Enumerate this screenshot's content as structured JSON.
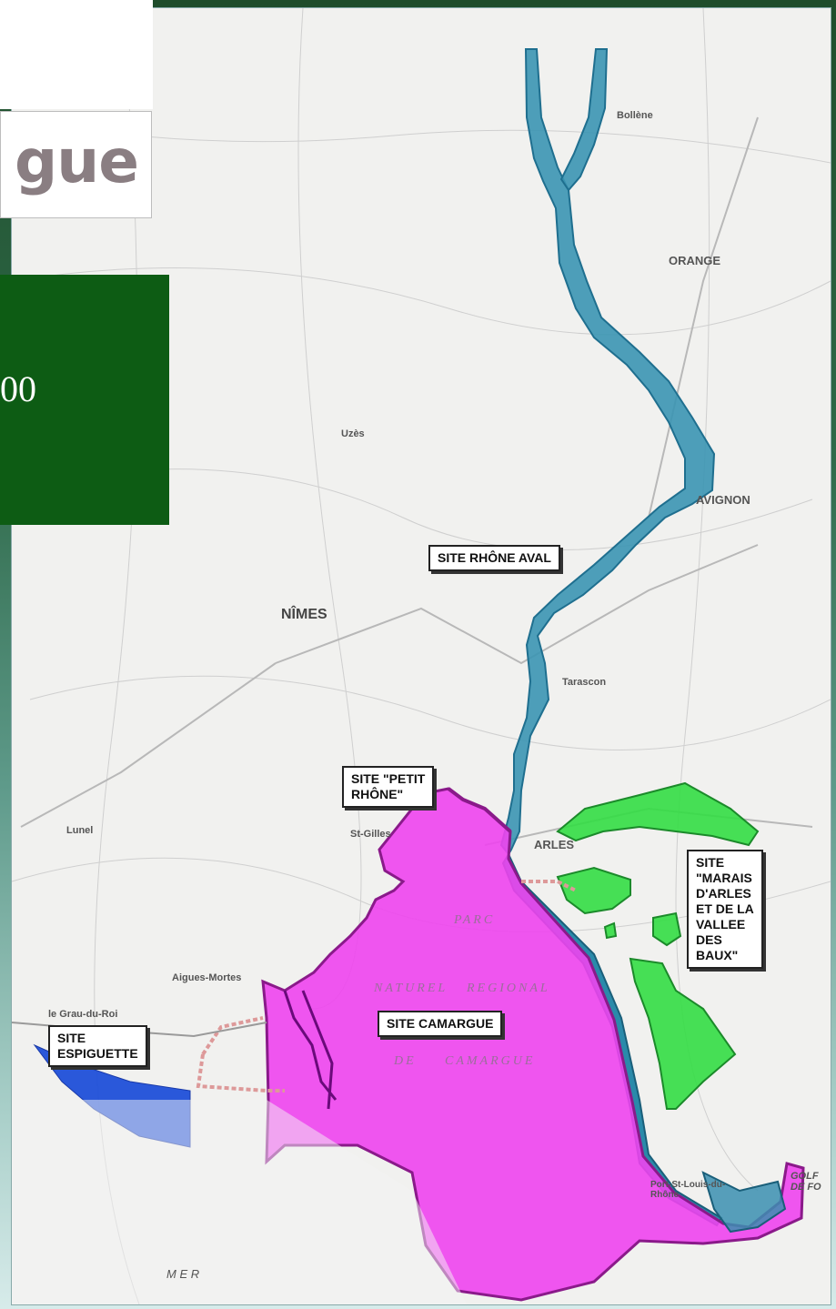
{
  "logo": {
    "text": "gue"
  },
  "panel": {
    "text": "00"
  },
  "sites": {
    "rhone_aval": "SITE RHÔNE AVAL",
    "petit_rhone": "SITE \"PETIT\nRHÔNE\"",
    "marais": "SITE\n\"MARAIS\nD'ARLES\nET DE LA\nVALLEE\nDES\nBAUX\"",
    "camargue": "SITE CAMARGUE",
    "espiguette": "SITE\nESPIGUETTE"
  },
  "towns": {
    "nimes": "NÎMES",
    "orange": "ORANGE",
    "avignon": "AVIGNON",
    "arles": "ARLES",
    "tarascon": "Tarascon",
    "bollene": "Bollène",
    "uzes": "Uzès",
    "lunel": "Lunel",
    "aigues_mortes": "Aigues-Mortes",
    "grau_du_roi": "le Grau-du-Roi",
    "st_gilles": "St-Gilles",
    "port_st_louis": "Port-St-Louis-du-Rhône",
    "golfe": "GOLF DE FO"
  },
  "park_text": {
    "parc": "PARC",
    "naturel": "NATUREL",
    "regional": "REGIONAL",
    "de": "DE",
    "camargue": "CAMARGUE"
  },
  "sea": "M E R",
  "colors": {
    "river": "#2a8aaa",
    "camargue": "#ee44ee",
    "camargue_border": "#8a1a8a",
    "marais": "#33dd44",
    "espiguette": "#1f4fd8",
    "green_panel": "#0d5c14"
  }
}
